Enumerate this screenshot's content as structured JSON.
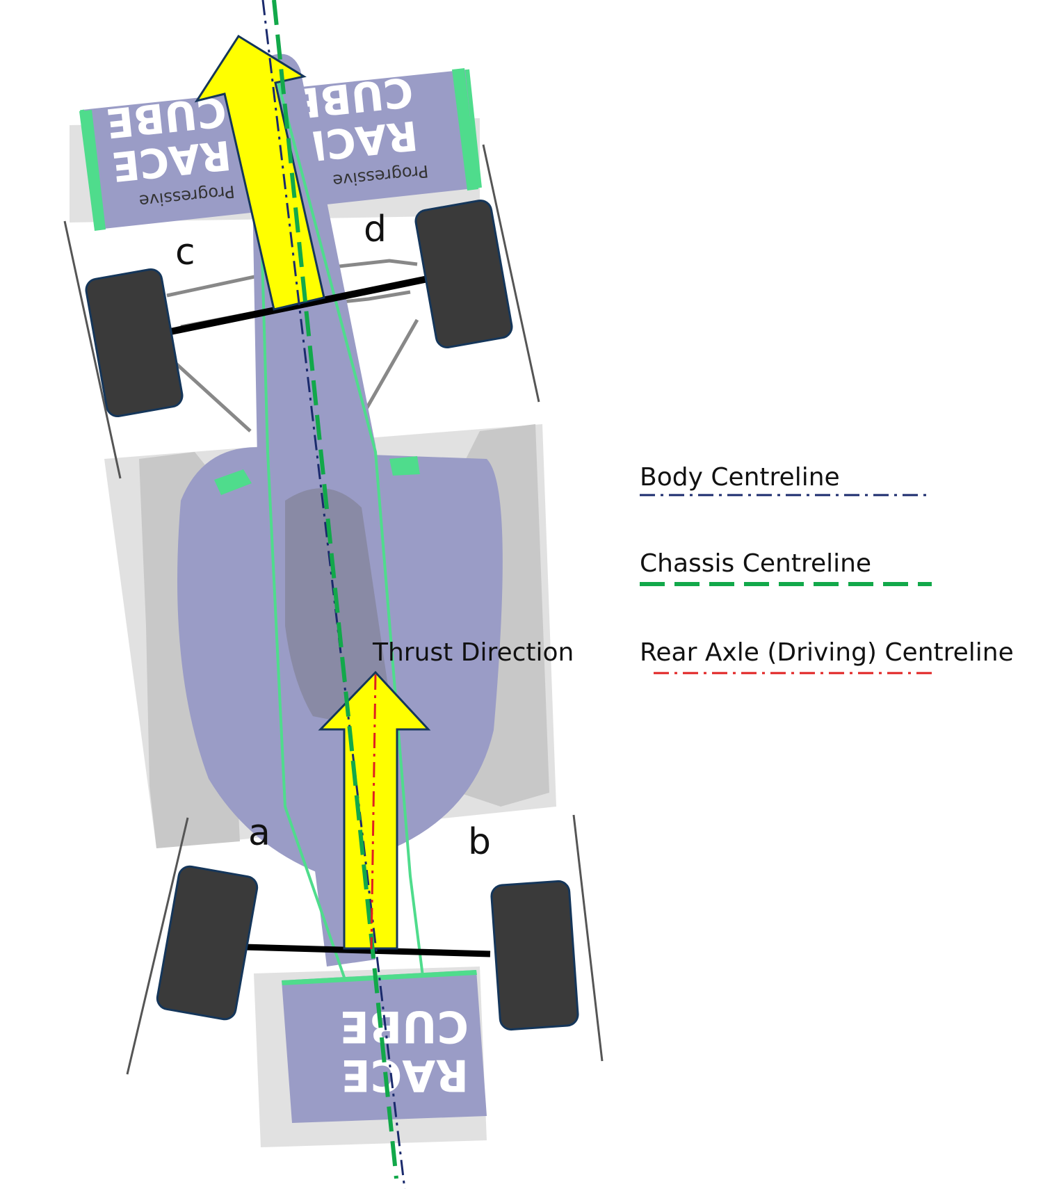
{
  "colors": {
    "body": "#9a9cc6",
    "body_edge": "#4fdc8c",
    "shadow": "#c8c8c8",
    "tyre": "#3a3a3a",
    "arrow": "#ffff00",
    "body_centreline": "#1a2a6c",
    "chassis_centreline": "#12a84a",
    "rear_axle_centreline": "#e02020",
    "wing_text": "#ffffff"
  },
  "wheel_labels": {
    "front_left": "c",
    "front_right": "d",
    "rear_left": "a",
    "rear_right": "b"
  },
  "wing_text": {
    "brand_top": "RACE",
    "brand_bottom": "CUBE",
    "sponsor": "Progressive"
  },
  "thrust_label": "Thrust Direction",
  "legend": [
    {
      "label": "Body Centreline",
      "line": "dash-dot",
      "color": "#1a2a6c"
    },
    {
      "label": "Chassis Centreline",
      "line": "long-dash",
      "color": "#12a84a"
    },
    {
      "label": "Rear Axle (Driving) Centreline",
      "line": "dash-dot",
      "color": "#e02020"
    }
  ],
  "icons": {
    "thrust_arrow": "arrow-up-icon",
    "car": "formula-car-top-view-icon"
  }
}
